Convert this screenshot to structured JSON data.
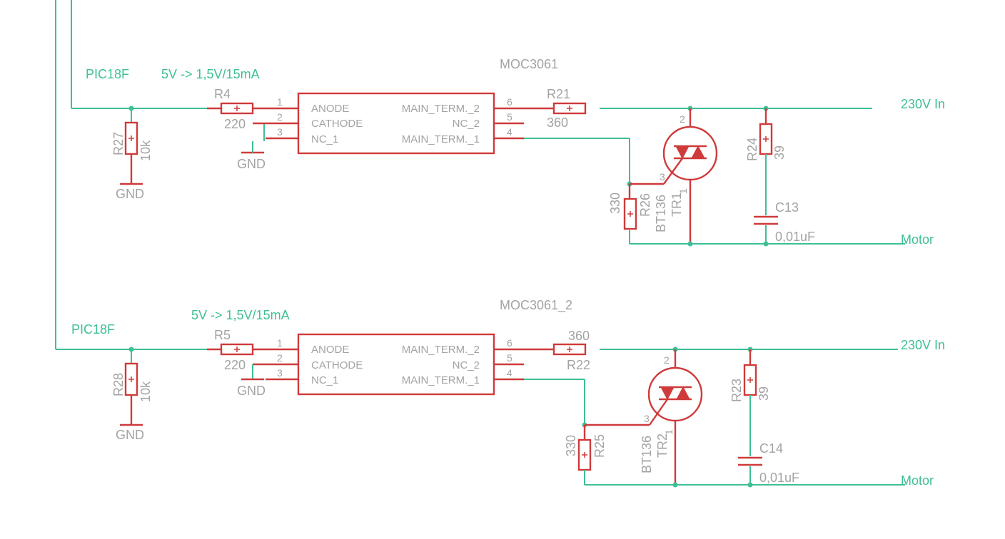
{
  "circuits": [
    {
      "source_label": "PIC18F",
      "drive_note": "5V -> 1,5V/15mA",
      "opto": {
        "name": "MOC3061",
        "pins_left": [
          {
            "num": "1",
            "name": "ANODE"
          },
          {
            "num": "2",
            "name": "CATHODE"
          },
          {
            "num": "3",
            "name": "NC_1"
          }
        ],
        "pins_right": [
          {
            "num": "6",
            "name": "MAIN_TERM._2"
          },
          {
            "num": "5",
            "name": "NC_2"
          },
          {
            "num": "4",
            "name": "MAIN_TERM._1"
          }
        ]
      },
      "r_input": {
        "name": "R4",
        "value": "220"
      },
      "r_pulldown": {
        "name": "R27",
        "value": "10k"
      },
      "gnd_opto": "GND",
      "gnd_pulldown": "GND",
      "r_series": {
        "name": "R21",
        "value": "360"
      },
      "r_gate": {
        "name": "R26",
        "value": "330"
      },
      "triac": {
        "part": "BT136",
        "name": "TR1",
        "pin_a2": "2",
        "pin_g": "3",
        "pin_a1": "1"
      },
      "r_snubber": {
        "name": "R24",
        "value": "39"
      },
      "c_snubber": {
        "name": "C13",
        "value": "0,01uF"
      },
      "net_in": "230V In",
      "net_out": "Motor"
    },
    {
      "source_label": "PIC18F",
      "drive_note": "5V -> 1,5V/15mA",
      "opto": {
        "name": "MOC3061_2",
        "pins_left": [
          {
            "num": "1",
            "name": "ANODE"
          },
          {
            "num": "2",
            "name": "CATHODE"
          },
          {
            "num": "3",
            "name": "NC_1"
          }
        ],
        "pins_right": [
          {
            "num": "6",
            "name": "MAIN_TERM._2"
          },
          {
            "num": "5",
            "name": "NC_2"
          },
          {
            "num": "4",
            "name": "MAIN_TERM._1"
          }
        ]
      },
      "r_input": {
        "name": "R5",
        "value": "220"
      },
      "r_pulldown": {
        "name": "R28",
        "value": "10k"
      },
      "gnd_opto": "GND",
      "gnd_pulldown": "GND",
      "r_series": {
        "name": "R22",
        "value": "360"
      },
      "r_gate": {
        "name": "R25",
        "value": "330"
      },
      "triac": {
        "part": "BT136",
        "name": "TR2",
        "pin_a2": "2",
        "pin_g": "3",
        "pin_a1": "1"
      },
      "r_snubber": {
        "name": "R23",
        "value": "39"
      },
      "c_snubber": {
        "name": "C14",
        "value": "0,01uF"
      },
      "net_in": "230V In",
      "net_out": "Motor"
    }
  ],
  "colors": {
    "wire": "#3fbf95",
    "part": "#cf3a3a",
    "text": "#a3a3a3"
  }
}
